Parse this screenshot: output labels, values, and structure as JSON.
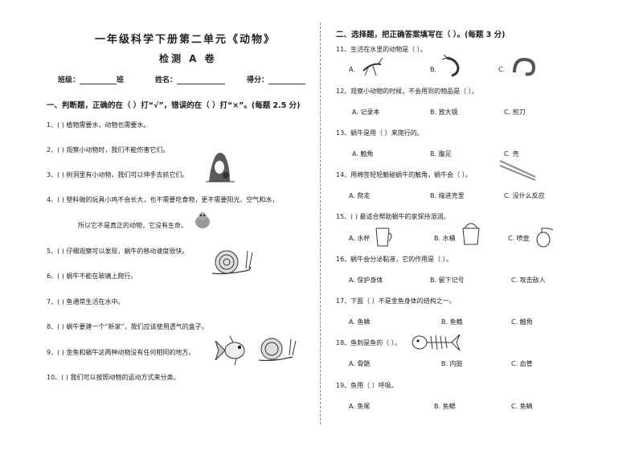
{
  "header": {
    "title": "一年级科学下册第二单元《动物》",
    "subtitle": "检测 A 卷",
    "class_label": "班级：",
    "class_suffix": "班",
    "name_label": "姓名：",
    "score_label": "得分："
  },
  "part1": {
    "heading": "一、判断题，正确的在（    ）打“√”，错误的在（    ）打“×”。(每题 2.5 分)",
    "items": [
      "1、(    )  植物需要水，动物也需要水。",
      "2、(    )  观察小动物时，我们不能伤害它们。",
      "3、(    )  树洞里有小动物，我们可以伸手去抓它们。",
      "4、(    )  塑料做的玩具小鸡不会长大，也不需要吃食物，更不需要阳光、空气和水，",
      "所以它不是真正的动物，它没有生命。",
      "5、(    )  仔细观察可以发现，蜗牛的移动速度很快。",
      "6、(    )  蜗牛不能在玻璃上爬行。",
      "7、(    )  鱼通常生活在水中。",
      "8、(    )  蜗牛要建一个“新家”，我们应该使用透气的盒子。",
      "9、(    )  金鱼和蜗牛这两种动物没有任何相同的地方。",
      "10、(    )  我们可以按照动物的运动方式来分类。"
    ]
  },
  "part2": {
    "heading": "二、选择题，把正确答案填写在（    ）。(每题 3 分)",
    "questions": [
      {
        "q": "11、生活在水里的动物是（    ）。",
        "a": "A.",
        "b": "B.",
        "c": "C."
      },
      {
        "q": "12、观察小动物的时候，不会用到的物品是（    ）。",
        "a": "A. 记录本",
        "b": "B. 放大镜",
        "c": "C. 剪刀"
      },
      {
        "q": "13、蜗牛是用（    ）来爬行的。",
        "a": "A. 触角",
        "b": "B. 腹足",
        "c": "C. 壳"
      },
      {
        "q": "14、用棉签轻轻触碰蜗牛的触角，蜗牛会（    ）。",
        "a": "A. 爬走",
        "b": "B. 缩进壳里",
        "c": "C. 没什么反应"
      },
      {
        "q": "15、(    )  最适合帮助蜗牛的家保持湿润。",
        "a": "A. 水杯",
        "b": "B. 水桶",
        "c": "C. 喷壶"
      },
      {
        "q": "16、蜗牛会分泌黏液，它的作用是（    ）。",
        "a": "A. 保护身体",
        "b": "B. 留下记号",
        "c": "C. 攻击敌人"
      },
      {
        "q": "17、下面（    ）不是金鱼身体的结构之一。",
        "a": "A. 鱼鳞",
        "b": "B. 鱼鳍",
        "c": "C. 触角"
      },
      {
        "q": "18、鱼刺是鱼的（    ）。",
        "a": "A. 骨骼",
        "b": "B. 内脏",
        "c": "C. 血管"
      },
      {
        "q": "19、鱼用（    ）呼吸。",
        "a": "A. 鱼尾",
        "b": "B. 鱼鳃",
        "c": "C. 鱼鳞"
      }
    ]
  }
}
